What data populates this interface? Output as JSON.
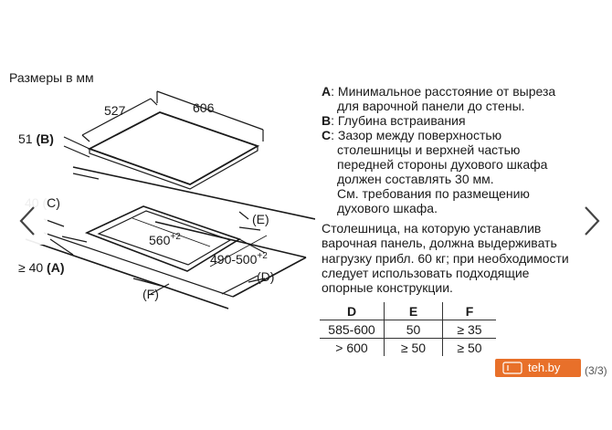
{
  "diagram": {
    "heading": "Размеры в мм",
    "labels": {
      "w527": "527",
      "w606": "606",
      "b51": "51",
      "b_letter": "(B)",
      "c_partial": "40 (C)",
      "a40": "≥ 40",
      "a_letter": "(A)",
      "cut560": "560",
      "cut560_sup": "+2",
      "cut490": "490-500",
      "cut490_sup": "+2",
      "e_letter": "(E)",
      "d_letter": "(D)",
      "f_letter": "(F)"
    }
  },
  "legend": [
    {
      "key": "A",
      "lines": [
        "Минимальное расстояние от выреза",
        "для варочной панели до стены."
      ]
    },
    {
      "key": "B",
      "lines": [
        "Глубина встраивания"
      ]
    },
    {
      "key": "C",
      "lines": [
        "Зазор между поверхностью",
        "столешницы и верхней частью",
        "передней стороны духового шкафа",
        "должен составлять 30 мм.",
        "См. требования по размещению",
        "духового шкафа."
      ]
    }
  ],
  "notes": [
    "Столешница, на которую устанавлив",
    "варочная панель, должна выдерживать",
    "нагрузку прибл. 60 кг; при необходимости",
    "следует использовать подходящие",
    "опорные конструкции."
  ],
  "table": {
    "headers": [
      "D",
      "E",
      "F"
    ],
    "rows": [
      [
        "585-600",
        "50",
        "≥ 35"
      ],
      [
        "> 600",
        "≥ 50",
        "≥ 50"
      ]
    ]
  },
  "watermark": {
    "text": "teh.by",
    "partial": "(3/3)"
  },
  "nav": {
    "prev_icon": "chevron-left-icon",
    "next_icon": "chevron-right-icon"
  }
}
